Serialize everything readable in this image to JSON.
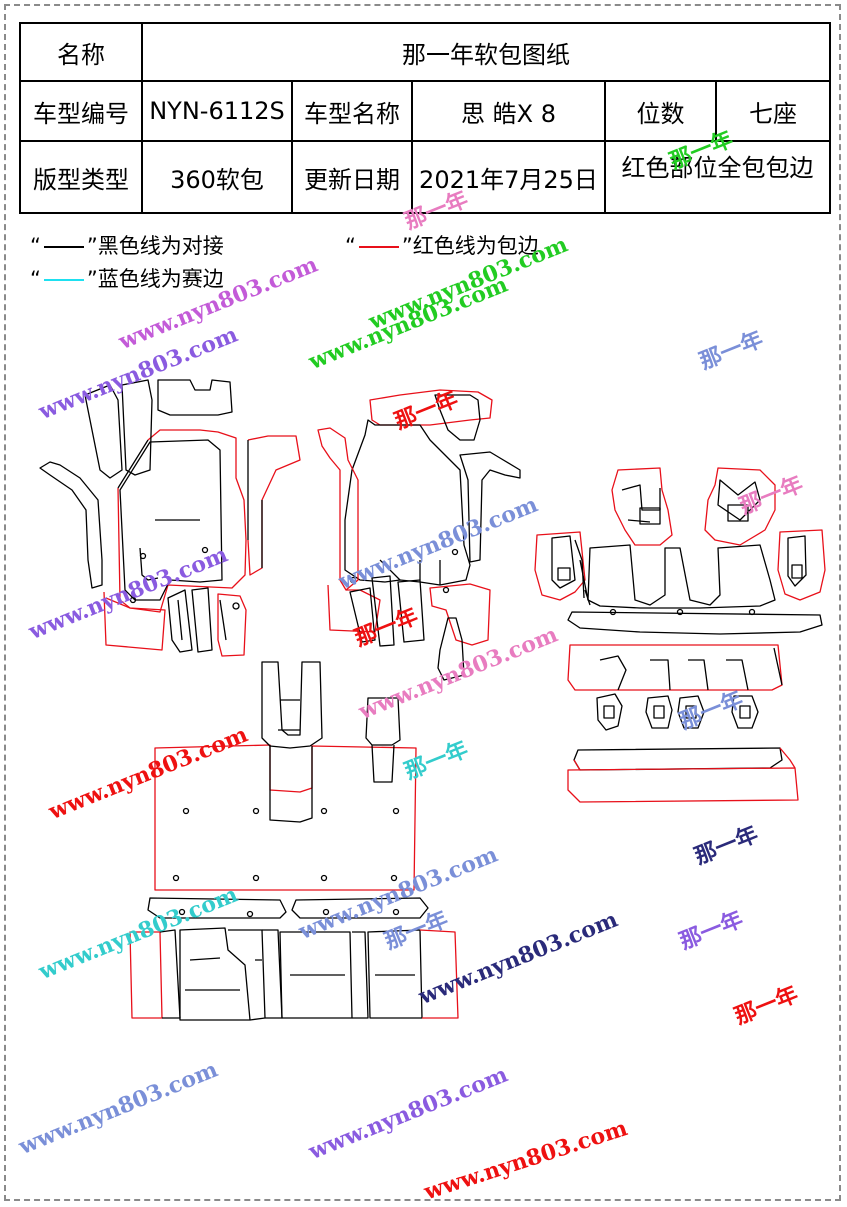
{
  "spec_table": {
    "name_label": "名称",
    "name_value": "那一年软包图纸",
    "model_code_label": "车型编号",
    "model_code_value": "NYN-6112S",
    "model_name_label": "车型名称",
    "model_name_value": "思 皓X 8",
    "seats_label": "位数",
    "seats_value": "七座",
    "pattern_type_label": "版型类型",
    "pattern_type_value": "360软包",
    "update_date_label": "更新日期",
    "update_date_value": "2021年7月25日",
    "note": "红色部位全包包边"
  },
  "legend": {
    "black_quote_open": "“",
    "black_text": "”黑色线为对接",
    "red_quote_open": "“",
    "red_text": "”红色线为包边",
    "cyan_quote_open": "“",
    "cyan_text": "”蓝色线为赛边",
    "black_color": "#000000",
    "red_color": "#e8101a",
    "cyan_color": "#1ee0f0"
  },
  "watermarks": {
    "url": "www.nyn803.com",
    "brand": "那一年"
  },
  "colors": {
    "outline_black": "#000000",
    "outline_red": "#e8101a",
    "wm_purple": "#8a5be0",
    "wm_green": "#22cc22",
    "wm_blue": "#7a8fd8",
    "wm_red": "#ee1111",
    "wm_cyan": "#33cccc",
    "wm_pink": "#e87cc0",
    "wm_navy": "#2a2a7a"
  }
}
